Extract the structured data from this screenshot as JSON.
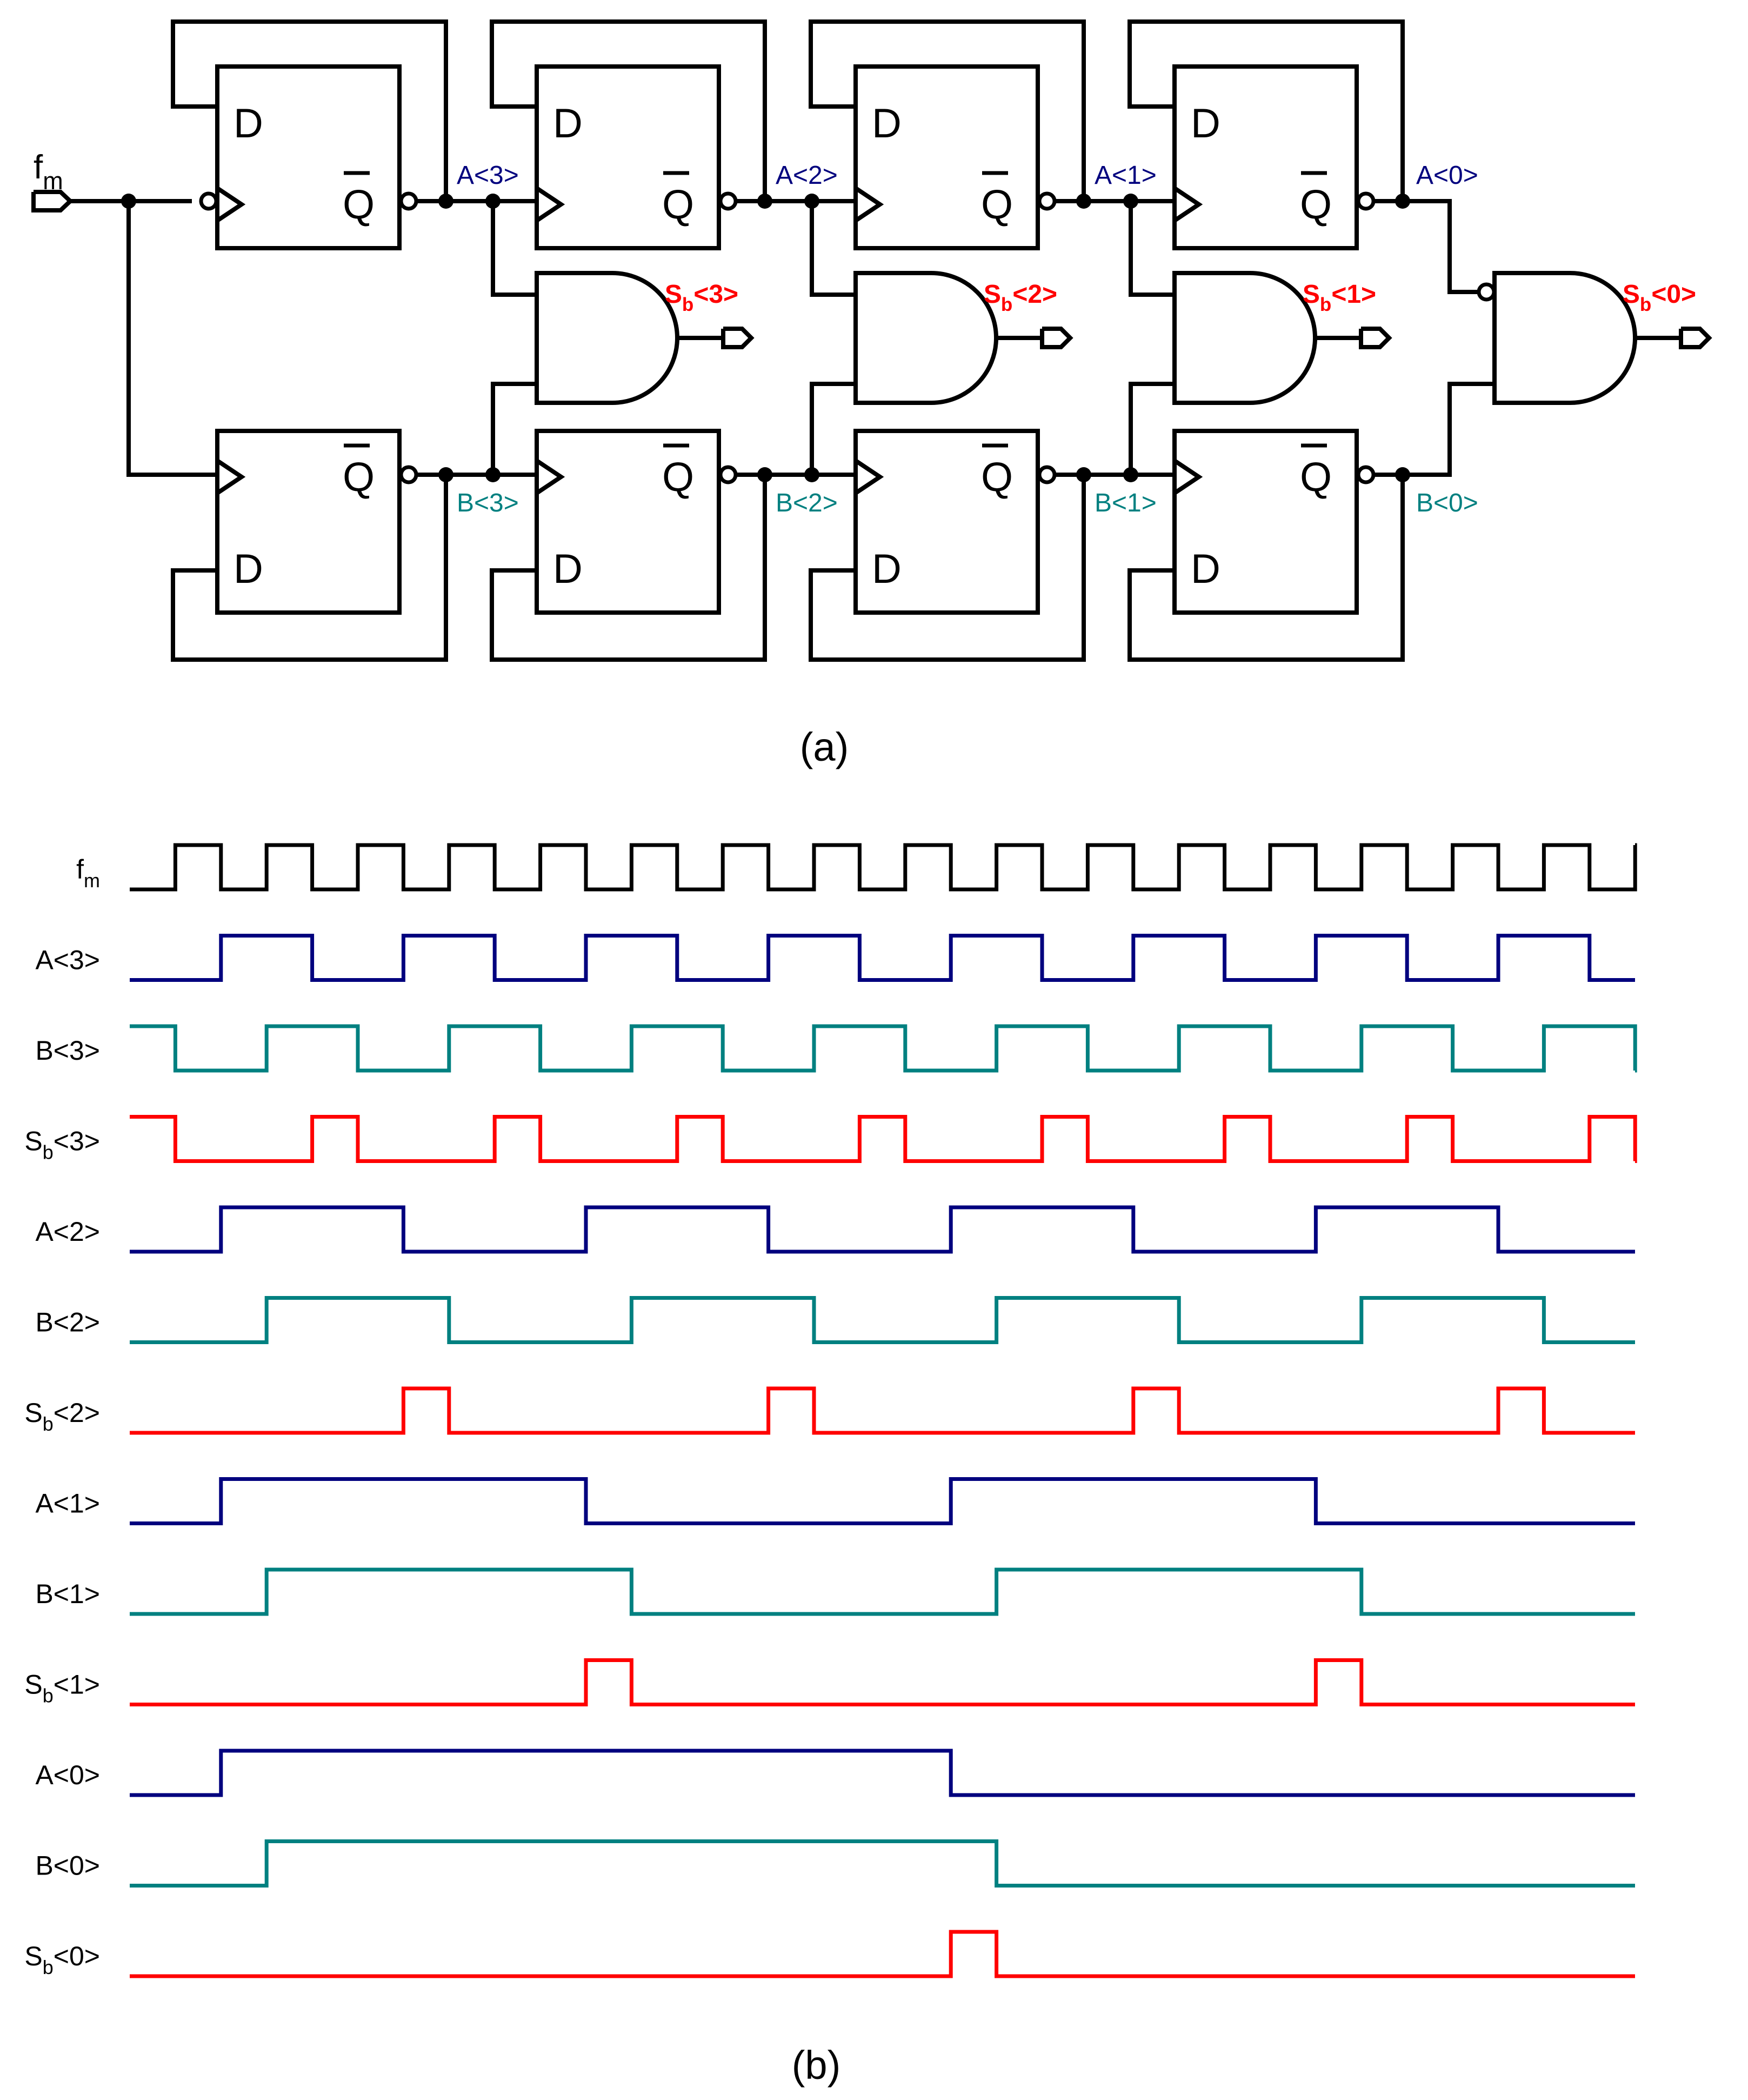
{
  "colors": {
    "black": "#000000",
    "A": "#00007e",
    "B": "#008080",
    "S": "#ff0000"
  },
  "captions": {
    "a": "(a)",
    "b": "(b)"
  },
  "schematic": {
    "input": {
      "main": "f",
      "sub": "m"
    },
    "ff_labels": {
      "d": "D",
      "q": "Q"
    },
    "a_nodes": [
      "A<3>",
      "A<2>",
      "A<1>",
      "A<0>"
    ],
    "b_nodes": [
      "B<3>",
      "B<2>",
      "B<1>",
      "B<0>"
    ],
    "outputs": [
      {
        "main": "S",
        "sub": "b",
        "tail": "<3>"
      },
      {
        "main": "S",
        "sub": "b",
        "tail": "<2>"
      },
      {
        "main": "S",
        "sub": "b",
        "tail": "<1>"
      },
      {
        "main": "S",
        "sub": "b",
        "tail": "<0>"
      }
    ]
  },
  "timing": {
    "signals": [
      {
        "main": "f",
        "sub": "m",
        "tail": "",
        "color": "black",
        "start": 0,
        "edges": [
          1,
          2,
          3,
          4,
          5,
          6,
          7,
          8,
          9,
          10,
          11,
          12,
          13,
          14,
          15,
          16,
          17,
          18,
          19,
          20,
          21,
          22,
          23,
          24,
          25,
          26,
          27,
          28,
          29,
          30,
          31,
          32,
          33
        ]
      },
      {
        "main": "A<3>",
        "sub": "",
        "tail": "",
        "color": "A",
        "start": 0,
        "edges": [
          2,
          4,
          6,
          8,
          10,
          12,
          14,
          16,
          18,
          20,
          22,
          24,
          26,
          28,
          30,
          32
        ]
      },
      {
        "main": "B<3>",
        "sub": "",
        "tail": "",
        "color": "B",
        "start": 1,
        "edges": [
          1,
          3,
          5,
          7,
          9,
          11,
          13,
          15,
          17,
          19,
          21,
          23,
          25,
          27,
          29,
          31,
          33
        ]
      },
      {
        "main": "S",
        "sub": "b",
        "tail": "<3>",
        "color": "S",
        "start": 1,
        "edges": [
          1,
          4,
          5,
          8,
          9,
          12,
          13,
          16,
          17,
          20,
          21,
          24,
          25,
          28,
          29,
          32,
          33
        ]
      },
      {
        "main": "A<2>",
        "sub": "",
        "tail": "",
        "color": "A",
        "start": 0,
        "edges": [
          2,
          6,
          10,
          14,
          18,
          22,
          26,
          30
        ]
      },
      {
        "main": "B<2>",
        "sub": "",
        "tail": "",
        "color": "B",
        "start": 0,
        "edges": [
          3,
          7,
          11,
          15,
          19,
          23,
          27,
          31
        ]
      },
      {
        "main": "S",
        "sub": "b",
        "tail": "<2>",
        "color": "S",
        "start": 0,
        "edges": [
          6,
          7,
          14,
          15,
          22,
          23,
          30,
          31
        ]
      },
      {
        "main": "A<1>",
        "sub": "",
        "tail": "",
        "color": "A",
        "start": 0,
        "edges": [
          2,
          10,
          18,
          26
        ]
      },
      {
        "main": "B<1>",
        "sub": "",
        "tail": "",
        "color": "B",
        "start": 0,
        "edges": [
          3,
          11,
          19,
          27
        ]
      },
      {
        "main": "S",
        "sub": "b",
        "tail": "<1>",
        "color": "S",
        "start": 0,
        "edges": [
          10,
          11,
          26,
          27
        ]
      },
      {
        "main": "A<0>",
        "sub": "",
        "tail": "",
        "color": "A",
        "start": 0,
        "edges": [
          2,
          18
        ]
      },
      {
        "main": "B<0>",
        "sub": "",
        "tail": "",
        "color": "B",
        "start": 0,
        "edges": [
          3,
          19
        ]
      },
      {
        "main": "S",
        "sub": "b",
        "tail": "<0>",
        "color": "S",
        "start": 0,
        "edges": [
          18,
          19
        ]
      }
    ]
  }
}
